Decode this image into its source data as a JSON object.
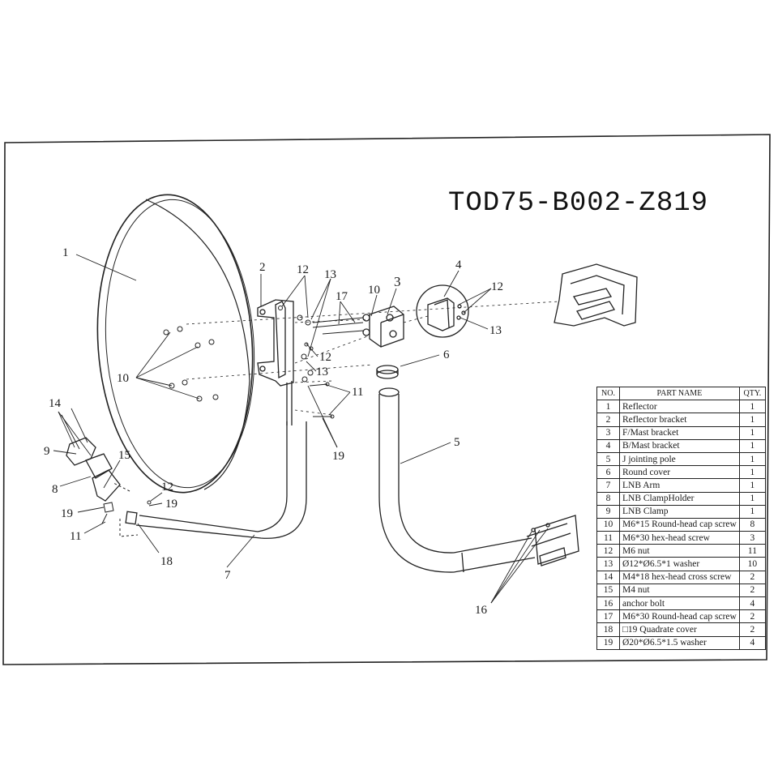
{
  "drawing": {
    "title": "TOD75-B002-Z819"
  },
  "callouts": [
    {
      "id": "c1",
      "label": "1"
    },
    {
      "id": "c2",
      "label": "2"
    },
    {
      "id": "c3",
      "label": "3"
    },
    {
      "id": "c4",
      "label": "4"
    },
    {
      "id": "c5",
      "label": "5"
    },
    {
      "id": "c6",
      "label": "6"
    },
    {
      "id": "c7",
      "label": "7"
    },
    {
      "id": "c8",
      "label": "8"
    },
    {
      "id": "c9",
      "label": "9"
    },
    {
      "id": "c10a",
      "label": "10"
    },
    {
      "id": "c10b",
      "label": "10"
    },
    {
      "id": "c11a",
      "label": "11"
    },
    {
      "id": "c11b",
      "label": "11"
    },
    {
      "id": "c12a",
      "label": "12"
    },
    {
      "id": "c12b",
      "label": "12"
    },
    {
      "id": "c12c",
      "label": "12"
    },
    {
      "id": "c12d",
      "label": "12"
    },
    {
      "id": "c13a",
      "label": "13"
    },
    {
      "id": "c13b",
      "label": "13"
    },
    {
      "id": "c13c",
      "label": "13"
    },
    {
      "id": "c14",
      "label": "14"
    },
    {
      "id": "c15",
      "label": "15"
    },
    {
      "id": "c16",
      "label": "16"
    },
    {
      "id": "c17",
      "label": "17"
    },
    {
      "id": "c18",
      "label": "18"
    },
    {
      "id": "c19a",
      "label": "19"
    },
    {
      "id": "c19b",
      "label": "19"
    },
    {
      "id": "c19c",
      "label": "19"
    }
  ],
  "parts_table": {
    "headers": {
      "no": "NO.",
      "name": "PART NAME",
      "qty": "QTY."
    },
    "rows": [
      {
        "no": "1",
        "name": "Reflector",
        "qty": "1"
      },
      {
        "no": "2",
        "name": "Reflector bracket",
        "qty": "1"
      },
      {
        "no": "3",
        "name": "F/Mast bracket",
        "qty": "1"
      },
      {
        "no": "4",
        "name": "B/Mast bracket",
        "qty": "1"
      },
      {
        "no": "5",
        "name": "J jointing pole",
        "qty": "1"
      },
      {
        "no": "6",
        "name": "Round cover",
        "qty": "1"
      },
      {
        "no": "7",
        "name": "LNB Arm",
        "qty": "1"
      },
      {
        "no": "8",
        "name": "LNB ClampHolder",
        "qty": "1"
      },
      {
        "no": "9",
        "name": "LNB Clamp",
        "qty": "1"
      },
      {
        "no": "10",
        "name": "M6*15 Round-head cap screw",
        "qty": "8"
      },
      {
        "no": "11",
        "name": "M6*30 hex-head screw",
        "qty": "3"
      },
      {
        "no": "12",
        "name": "M6 nut",
        "qty": "11"
      },
      {
        "no": "13",
        "name": "Ø12*Ø6.5*1 washer",
        "qty": "10"
      },
      {
        "no": "14",
        "name": "M4*18 hex-head cross screw",
        "qty": "2"
      },
      {
        "no": "15",
        "name": "M4 nut",
        "qty": "2"
      },
      {
        "no": "16",
        "name": "anchor bolt",
        "qty": "4"
      },
      {
        "no": "17",
        "name": "M6*30 Round-head cap screw",
        "qty": "2"
      },
      {
        "no": "18",
        "name": "□19  Quadrate cover",
        "qty": "2"
      },
      {
        "no": "19",
        "name": "Ø20*Ø6.5*1.5  washer",
        "qty": "4"
      }
    ]
  }
}
